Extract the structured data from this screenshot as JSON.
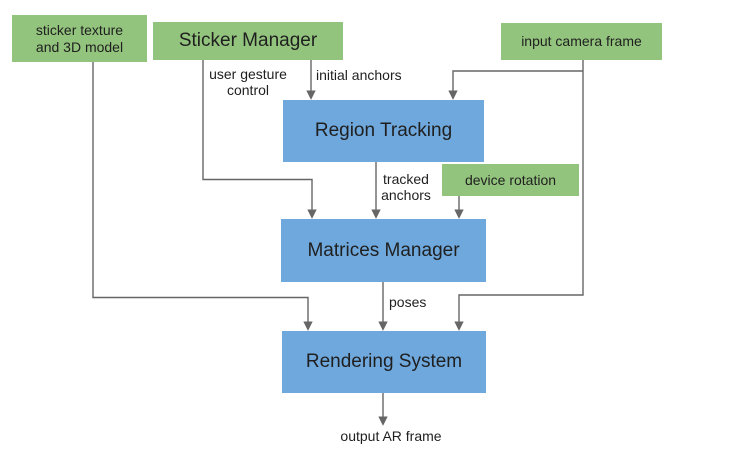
{
  "colors": {
    "node_green": "#93c47d",
    "node_blue": "#6fa8dc",
    "line_gray": "#666666",
    "text_black": "#1f1f1f",
    "background": "#ffffff"
  },
  "nodes": {
    "sticker_texture": {
      "label": "sticker texture\nand 3D model"
    },
    "sticker_manager": {
      "label": "Sticker Manager"
    },
    "input_camera_frame": {
      "label": "input camera frame"
    },
    "device_rotation": {
      "label": "device rotation"
    },
    "region_tracking": {
      "label": "Region Tracking"
    },
    "matrices_manager": {
      "label": "Matrices Manager"
    },
    "rendering_system": {
      "label": "Rendering System"
    }
  },
  "edge_labels": {
    "user_gesture_control": "user gesture\ncontrol",
    "initial_anchors": "initial anchors",
    "tracked_anchors": "tracked\nanchors",
    "poses": "poses",
    "output_ar_frame": "output AR frame"
  }
}
